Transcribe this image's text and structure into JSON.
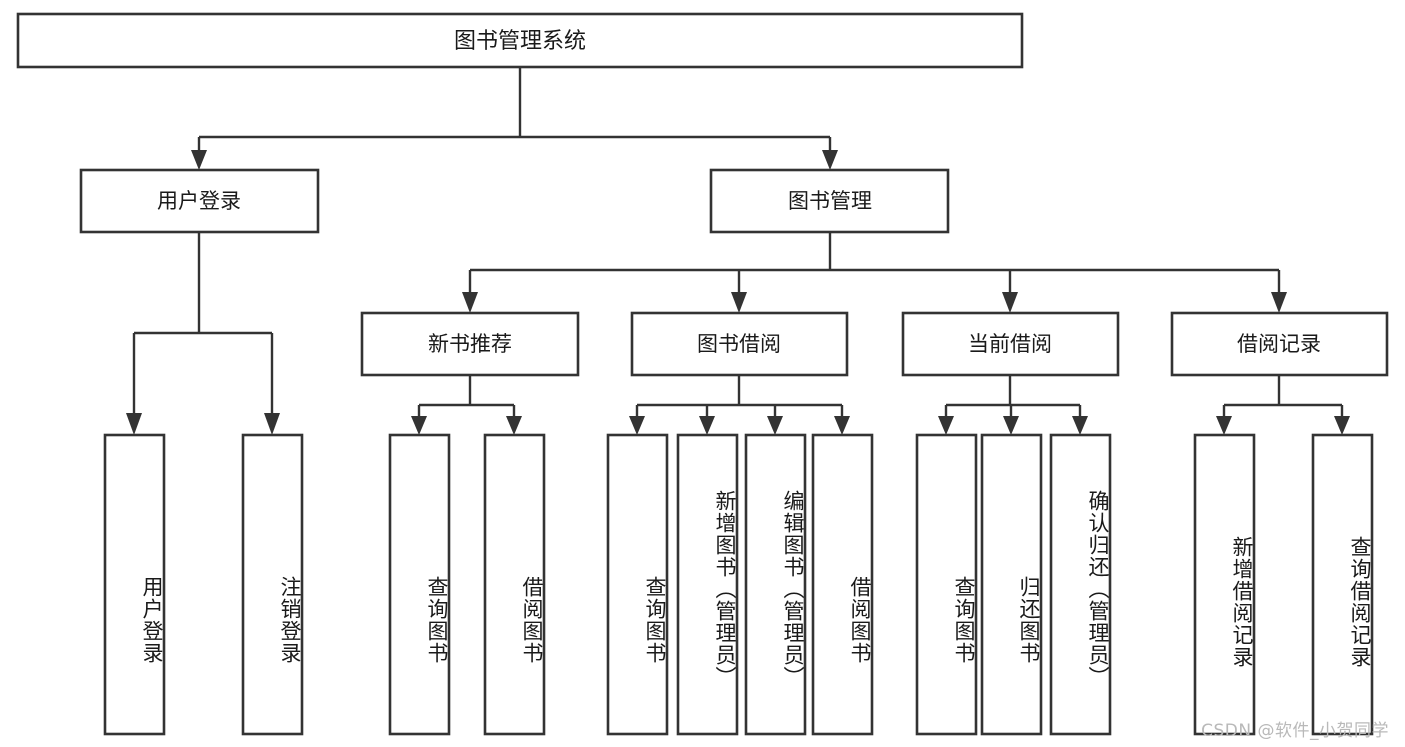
{
  "diagram": {
    "type": "tree",
    "title": "图书管理系统",
    "watermark": "CSDN @软件_小贺同学",
    "colors": {
      "box_fill": "#ffffff",
      "box_stroke": "#333333",
      "text": "#1a1a1a",
      "watermark": "#b9b9b9",
      "background": "#ffffff"
    },
    "root": {
      "label": "图书管理系统"
    },
    "level1": [
      {
        "label": "用户登录"
      },
      {
        "label": "图书管理"
      }
    ],
    "level2": [
      {
        "label": "新书推荐"
      },
      {
        "label": "图书借阅"
      },
      {
        "label": "当前借阅"
      },
      {
        "label": "借阅记录"
      }
    ],
    "leaves": {
      "user_login": [
        {
          "label": "用户登录"
        },
        {
          "label": "注销登录"
        }
      ],
      "new_book_recommend": [
        {
          "label": "查询图书"
        },
        {
          "label": "借阅图书"
        }
      ],
      "book_borrow": [
        {
          "label": "查询图书"
        },
        {
          "label": "新增图书（管理员）"
        },
        {
          "label": "编辑图书（管理员）"
        },
        {
          "label": "借阅图书"
        }
      ],
      "current_borrow": [
        {
          "label": "查询图书"
        },
        {
          "label": "归还图书"
        },
        {
          "label": "确认归还（管理员）"
        }
      ],
      "borrow_record": [
        {
          "label": "新增借阅记录"
        },
        {
          "label": "查询借阅记录"
        }
      ]
    }
  }
}
